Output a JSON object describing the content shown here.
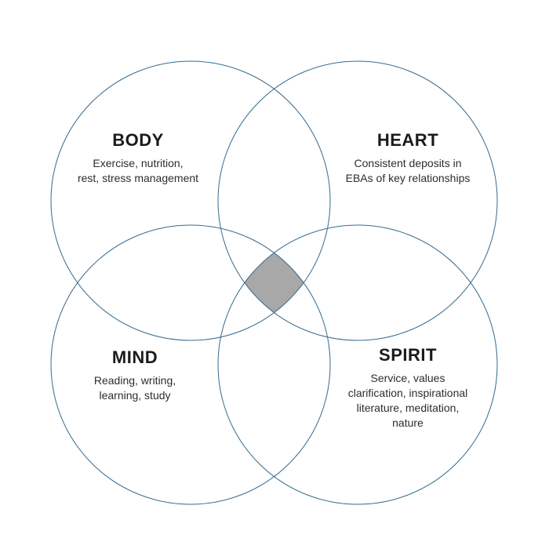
{
  "diagram": {
    "type": "venn",
    "circles": [
      {
        "id": "body",
        "label": "BODY",
        "description": "Exercise, nutrition,\nrest, stress management"
      },
      {
        "id": "heart",
        "label": "HEART",
        "description": "Consistent deposits in\nEBAs of key relationships"
      },
      {
        "id": "mind",
        "label": "MIND",
        "description": "Reading, writing,\nlearning, study"
      },
      {
        "id": "spirit",
        "label": "SPIRIT",
        "description": "Service, values\nclarification, inspirational\nliterature, meditation,\nnature"
      }
    ],
    "colors": {
      "background": "#ffffff",
      "circle_stroke": "#356b8e",
      "center_fill": "#a8a8a8",
      "heading_text": "#1b1b1b",
      "body_text": "#2d2d2d"
    }
  }
}
